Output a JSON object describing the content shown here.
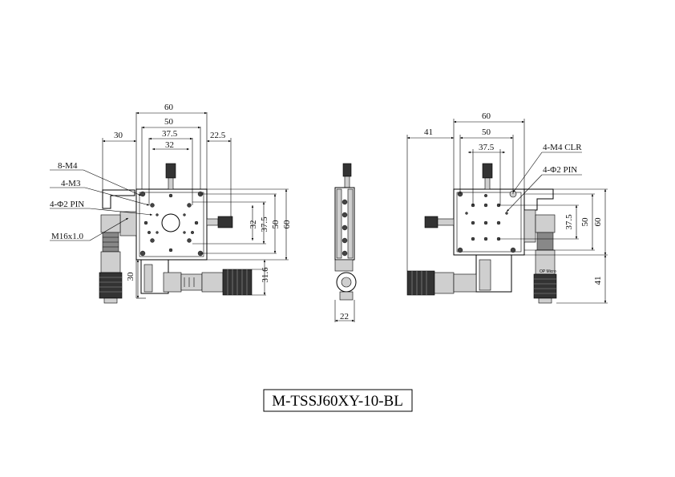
{
  "front_view": {
    "dims": {
      "w60": "60",
      "w50": "50",
      "w375": "37.5",
      "w32": "32",
      "w30": "30",
      "w225": "22.5",
      "h32": "32",
      "h375": "37.5",
      "h50": "50",
      "h60": "60",
      "h30": "30",
      "h316": "31.6"
    },
    "callouts": {
      "m4": "8-M4",
      "m3": "4-M3",
      "pin": "4-Φ2 PIN",
      "micrometer": "M16x1.0"
    }
  },
  "side_view": {
    "dims": {
      "w22": "22"
    }
  },
  "rear_view": {
    "dims": {
      "w60": "60",
      "w50": "50",
      "w375": "37.5",
      "w41": "41",
      "h375": "37.5",
      "h50": "50",
      "h60": "60",
      "h41": "41"
    },
    "callouts": {
      "clr": "4-M4 CLR",
      "pin": "4-Φ2 PIN"
    },
    "brand_mark": "OP Micro"
  },
  "model": "M-TSSJ60XY-10-BL",
  "colors": {
    "line": "#000000",
    "background": "#ffffff",
    "body_shade": "#888888"
  }
}
